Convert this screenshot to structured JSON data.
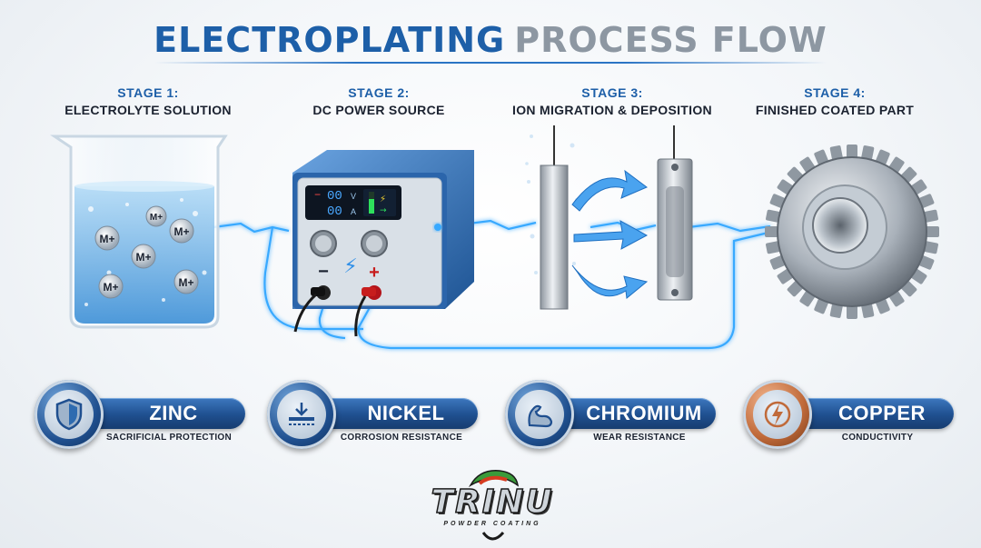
{
  "title": {
    "part1": "ELECTROPLATING",
    "part2": "PROCESS FLOW"
  },
  "stages": [
    {
      "number": "STAGE 1:",
      "name": "ELECTROLYTE SOLUTION"
    },
    {
      "number": "STAGE 2:",
      "name": "DC POWER SOURCE"
    },
    {
      "number": "STAGE 3:",
      "name": "ION MIGRATION & DEPOSITION"
    },
    {
      "number": "STAGE 4:",
      "name": "FINISHED COATED PART"
    }
  ],
  "ions": [
    "M+",
    "M+",
    "M+",
    "M+",
    "M+",
    "M+"
  ],
  "power_supply": {
    "display_top": "00",
    "display_bottom": "00",
    "unit_top": "V",
    "unit_bottom": "A",
    "terminal_negative": "−",
    "terminal_positive": "+"
  },
  "badges": [
    {
      "metal": "ZINC",
      "property": "SACRIFICIAL PROTECTION",
      "icon": "shield-icon",
      "color": "#1f4f8f"
    },
    {
      "metal": "NICKEL",
      "property": "CORROSION RESISTANCE",
      "icon": "layer-deposit-icon",
      "color": "#1f4f8f"
    },
    {
      "metal": "CHROMIUM",
      "property": "WEAR RESISTANCE",
      "icon": "flexed-arm-icon",
      "color": "#1f4f8f"
    },
    {
      "metal": "COPPER",
      "property": "CONDUCTIVITY",
      "icon": "lightning-icon",
      "color": "#c06a3a"
    }
  ],
  "logo": {
    "word": "TRINU",
    "tagline": "POWDER COATING"
  },
  "colors": {
    "primary": "#1d5fa8",
    "accent_glow": "#39a9ff",
    "copper": "#c06a3a",
    "title_grey": "#8d97a2"
  }
}
